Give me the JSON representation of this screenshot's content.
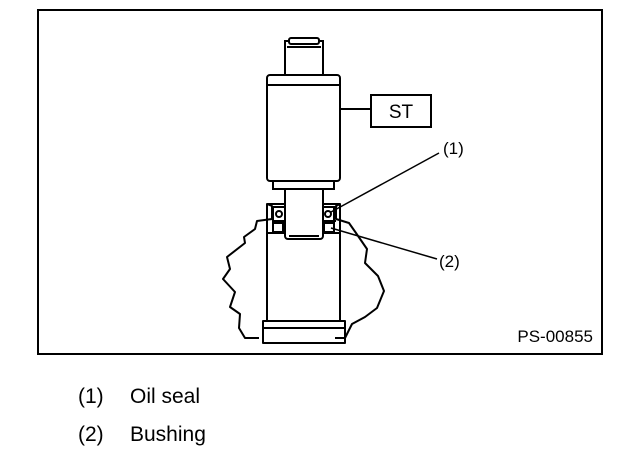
{
  "figure": {
    "tool_label": "ST",
    "callouts": [
      "(1)",
      "(2)"
    ],
    "code": "PS-00855"
  },
  "legend": [
    {
      "num": "(1)",
      "label": "Oil seal"
    },
    {
      "num": "(2)",
      "label": "Bushing"
    }
  ]
}
